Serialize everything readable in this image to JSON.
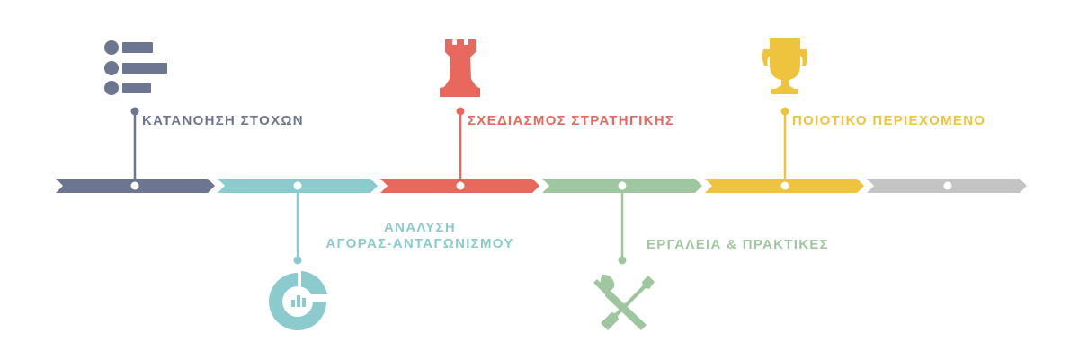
{
  "colors": {
    "slate": "#6d7690",
    "teal": "#8ccbcd",
    "coral": "#e8685d",
    "sage": "#9fc79f",
    "gold": "#eec43e",
    "gray": "#c4c4c4"
  },
  "timeline": {
    "steps": [
      {
        "icon": "list-icon",
        "color": "#6d7690",
        "label_lines": [
          "ΚΑΤΑΝΟΗΣΗ ΣΤΟΧΩΝ"
        ]
      },
      {
        "icon": "pie-chart-icon",
        "color": "#8ccbcd",
        "label_lines": [
          "ΑΝΑΛΥΣΗ",
          "ΑΓΟΡΑΣ-ΑΝΤΑΓΩΝΙΣΜΟΥ"
        ]
      },
      {
        "icon": "chess-rook-icon",
        "color": "#e8685d",
        "label_lines": [
          "ΣΧΕΔΙΑΣΜΟΣ ΣΤΡΑΤΗΓΙΚΗΣ"
        ]
      },
      {
        "icon": "tools-icon",
        "color": "#9fc79f",
        "label_lines": [
          "ΕΡΓΑΛΕΙΑ & ΠΡΑΚΤΙΚΕΣ"
        ]
      },
      {
        "icon": "trophy-icon",
        "color": "#eec43e",
        "label_lines": [
          "ΠΟΙΟΤΙΚΟ ΠΕΡΙΕΧΟΜΕΝΟ"
        ]
      },
      {
        "icon": "",
        "color": "#c4c4c4",
        "label_lines": []
      }
    ]
  }
}
